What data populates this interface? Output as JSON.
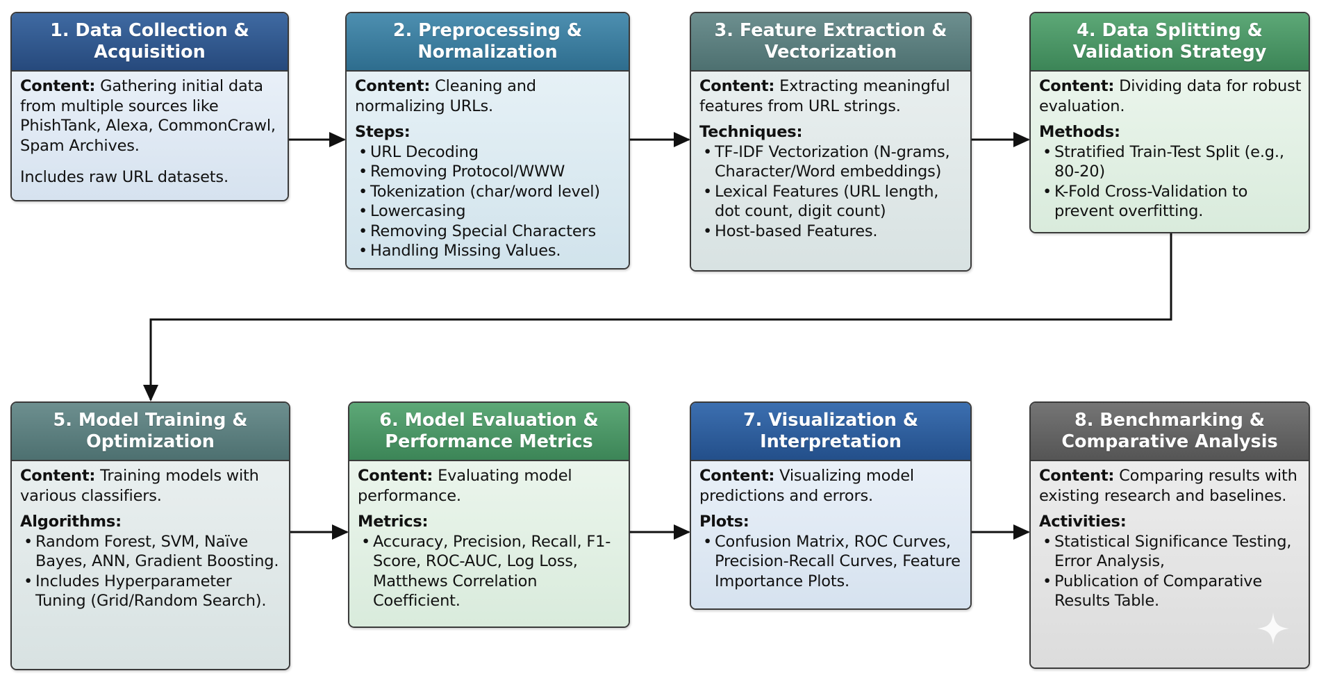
{
  "steps": [
    {
      "title": "1. Data Collection &\nAcquisition",
      "content_label": "Content:",
      "content": "Gathering initial data from multiple sources like PhishTank, Alexa, CommonCrawl, Spam Archives.",
      "note": "Includes raw URL datasets."
    },
    {
      "title": "2. Preprocessing &\nNormalization",
      "content_label": "Content:",
      "content": "Cleaning and normalizing URLs.",
      "section_label": "Steps:",
      "items": [
        "URL Decoding",
        "Removing Protocol/WWW",
        "Tokenization (char/word level)",
        "Lowercasing",
        "Removing Special Characters",
        "Handling Missing Values."
      ]
    },
    {
      "title": "3. Feature Extraction &\nVectorization",
      "content_label": "Content:",
      "content": "Extracting meaningful features from URL strings.",
      "section_label": "Techniques:",
      "items": [
        "TF-IDF Vectorization (N-grams, Character/Word embeddings)",
        "Lexical Features (URL length, dot count, digit count)",
        "Host-based Features."
      ]
    },
    {
      "title": "4. Data Splitting &\nValidation Strategy",
      "content_label": "Content:",
      "content": "Dividing data for robust evaluation.",
      "section_label": "Methods:",
      "items": [
        "Stratified Train-Test Split (e.g., 80-20)",
        "K-Fold Cross-Validation to prevent overfitting."
      ]
    },
    {
      "title": "5. Model Training &\nOptimization",
      "content_label": "Content:",
      "content": "Training models with various classifiers.",
      "section_label": "Algorithms:",
      "items": [
        "Random Forest, SVM, Naïve Bayes, ANN, Gradient Boosting.",
        "Includes Hyperparameter Tuning (Grid/Random Search)."
      ]
    },
    {
      "title": "6. Model Evaluation &\nPerformance Metrics",
      "content_label": "Content:",
      "content": "Evaluating model performance.",
      "section_label": "Metrics:",
      "items": [
        "Accuracy, Precision, Recall, F1-Score, ROC-AUC, Log Loss, Matthews Correlation Coefficient."
      ]
    },
    {
      "title": "7. Visualization &\nInterpretation",
      "content_label": "Content:",
      "content": "Visualizing model predictions and errors.",
      "section_label": "Plots:",
      "items": [
        "Confusion Matrix, ROC Curves, Precision-Recall Curves, Feature Importance Plots."
      ]
    },
    {
      "title": "8. Benchmarking &\nComparative Analysis",
      "content_label": "Content:",
      "content": "Comparing results with existing research and baselines.",
      "section_label": "Activities:",
      "items": [
        "Statistical Significance Testing, Error Analysis,",
        "Publication of Comparative Results Table."
      ]
    }
  ],
  "colors": {
    "navy_header": "#2f5a8f",
    "teal_header": "#3c7d9d",
    "slate_header": "#5d7f7f",
    "green_header": "#4b9666",
    "blue_header": "#2f5f9f",
    "grey_header": "#666666",
    "arrow": "#111111"
  },
  "icons": [
    "arrow-right-icon",
    "arrow-down-icon",
    "sparkle-icon"
  ]
}
